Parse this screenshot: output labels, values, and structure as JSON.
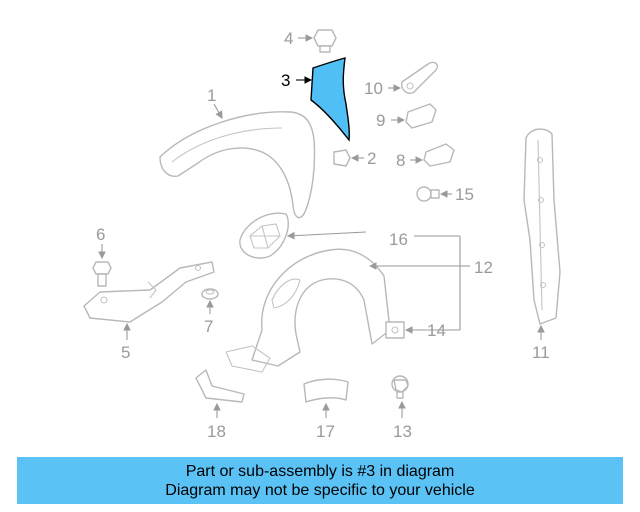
{
  "colors": {
    "highlight": "#4fbff6",
    "banner": "#5bc2f6",
    "part_stroke": "#b8b8b8",
    "label": "#9a9a9a"
  },
  "callouts": {
    "c1": "1",
    "c2": "2",
    "c3": "3",
    "c4": "4",
    "c5": "5",
    "c6": "6",
    "c7": "7",
    "c8": "8",
    "c9": "9",
    "c10": "10",
    "c11": "11",
    "c12": "12",
    "c13": "13",
    "c14": "14",
    "c15": "15",
    "c16": "16",
    "c17": "17",
    "c18": "18"
  },
  "highlighted_part": "3",
  "banner": {
    "line1": "Part or sub-assembly is #3 in diagram",
    "line2": "Diagram may not be specific to your vehicle"
  }
}
